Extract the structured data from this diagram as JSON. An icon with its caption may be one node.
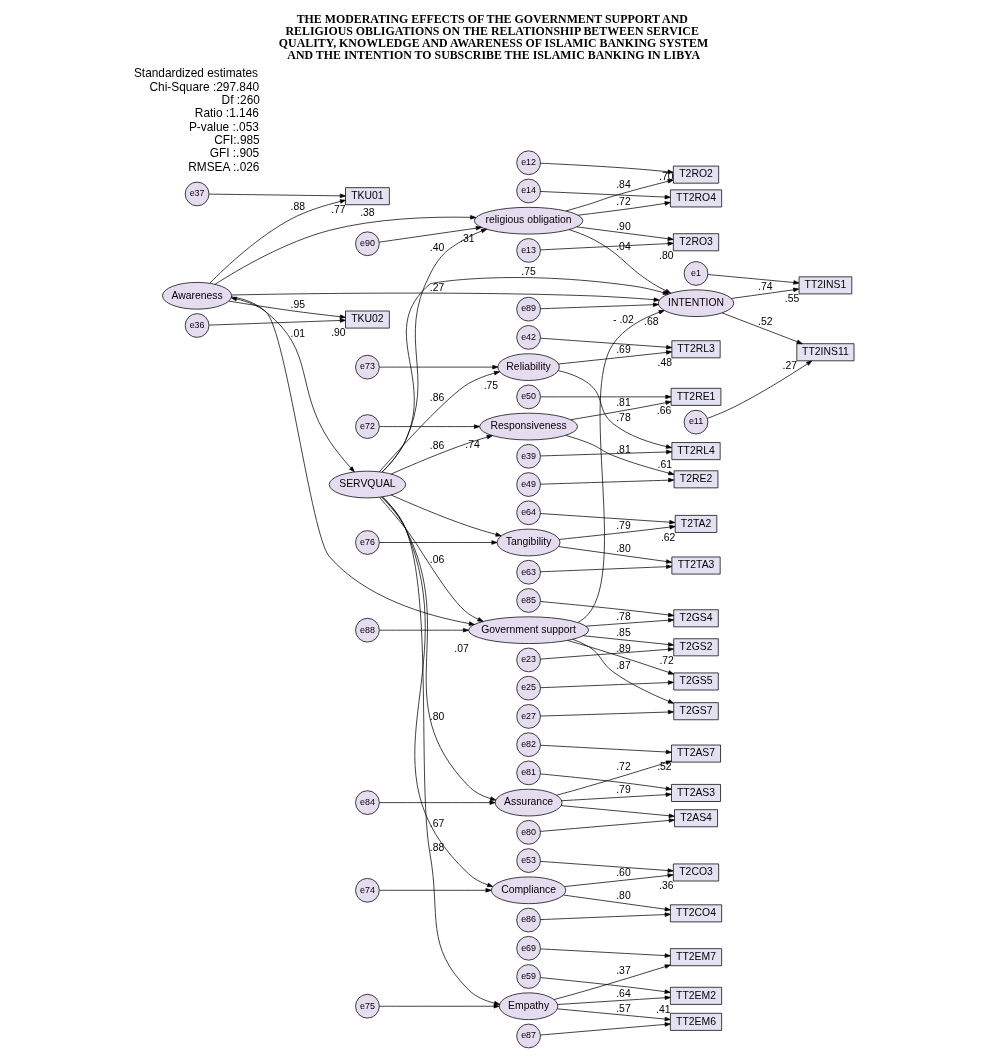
{
  "diagram": {
    "title": "THE MODERATING EFFECTS OF THE GOVERNMENT SUPPORT AND RELIGIOUS OBLIGATIONS ON THE RELATIONSHIP BETWEEN SERVICE QUALITY, KNOWLEDGE AND AWARENESS OF ISLAMIC BANKING SYSTEM AND THE INTENTION TO SUBSCRIBE THE ISLAMIC BANKING IN LIBYA",
    "nodes": [
      {
        "text": [
          "e37"
        ]
      },
      {
        "text": [
          "TKU01"
        ],
        "beside": [
          ".77"
        ]
      },
      {
        "text": [
          "Awareness"
        ]
      },
      {
        "text": [
          "e90"
        ]
      },
      {
        "text": [
          "religious obligation"
        ],
        "beside": [
          ".31"
        ]
      },
      {
        "text": [
          "T2RO2"
        ],
        "beside": [
          ".70"
        ]
      },
      {
        "text": [
          "e12"
        ]
      },
      {
        "text": [
          "e36"
        ]
      },
      {
        "text": [
          "TKU02"
        ],
        "beside": [
          ".90"
        ]
      },
      {
        "text": [
          "T2RO3"
        ],
        "beside": [
          ".80"
        ]
      },
      {
        "text": [
          "e13"
        ]
      },
      {
        "text": [
          "e72"
        ]
      },
      {
        "text": [
          "TT2RO4"
        ]
      },
      {
        "text": [
          "e14"
        ]
      },
      {
        "text": [
          "e50"
        ]
      },
      {
        "text": [
          "TT2RE1"
        ],
        "beside": [
          ".66"
        ]
      },
      {
        "text": [
          "Responsiveness"
        ],
        "beside": [
          ".74"
        ]
      },
      {
        "text": [
          "e49"
        ]
      },
      {
        "text": [
          "T2RE2"
        ]
      },
      {
        "text": [
          "e73"
        ]
      },
      {
        "text": [
          "e89"
        ]
      },
      {
        "text": [
          "e42"
        ]
      },
      {
        "text": [
          "TT2RL3"
        ],
        "beside": [
          ".48"
        ]
      },
      {
        "text": [
          "Reliability"
        ],
        "beside": [
          ".75"
        ]
      },
      {
        "text": [
          "SERVQUAL"
        ]
      },
      {
        "text": [
          "INTENTION"
        ],
        "beside": [
          ".68"
        ]
      },
      {
        "text": [
          "TT2INS1"
        ],
        "beside": [
          ".55"
        ]
      },
      {
        "text": [
          "e1"
        ]
      },
      {
        "text": [
          "e39"
        ]
      },
      {
        "text": [
          "TT2RL4"
        ],
        "beside": [
          ".61"
        ]
      },
      {
        "text": [
          "TT2INS11"
        ],
        "beside": [
          ".27"
        ]
      },
      {
        "text": [
          "e11"
        ]
      },
      {
        "text": [
          "e74"
        ]
      },
      {
        "text": [
          "e88"
        ]
      },
      {
        "text": [
          "e53"
        ]
      },
      {
        "text": [
          "T2CO3"
        ],
        "beside": [
          ".36"
        ]
      },
      {
        "text": [
          "T2GS2"
        ],
        "beside": [
          ".72"
        ]
      },
      {
        "text": [
          "e23"
        ]
      },
      {
        "text": [
          "e86"
        ]
      },
      {
        "text": [
          "TT2CO4"
        ]
      },
      {
        "text": [
          "Compliance"
        ]
      },
      {
        "text": [
          "T2GS4"
        ]
      },
      {
        "text": [
          "e85"
        ]
      },
      {
        "text": [
          "Government support"
        ],
        "beside": [
          ".07"
        ]
      },
      {
        "text": [
          "T2GS5"
        ]
      },
      {
        "text": [
          "e25"
        ]
      },
      {
        "text": [
          "e59"
        ]
      },
      {
        "text": [
          "TT2EM2"
        ],
        "beside": [
          ".41"
        ]
      },
      {
        "text": [
          "e75"
        ]
      },
      {
        "text": [
          "T2GS7"
        ]
      },
      {
        "text": [
          "e27"
        ]
      },
      {
        "text": [
          "e69"
        ]
      },
      {
        "text": [
          "TT2EM7"
        ]
      },
      {
        "text": [
          "Empathy"
        ]
      },
      {
        "text": [
          "e87"
        ]
      },
      {
        "text": [
          "TT2EM6"
        ]
      },
      {
        "text": [
          "e76"
        ]
      },
      {
        "text": [
          "e64"
        ]
      },
      {
        "text": [
          "T2TA2"
        ],
        "beside": [
          ".62"
        ]
      },
      {
        "text": [
          "Tangibility"
        ]
      },
      {
        "text": [
          "e63"
        ]
      },
      {
        "text": [
          "TT2TA3"
        ]
      },
      {
        "text": [
          "e84"
        ]
      },
      {
        "text": [
          "e82"
        ]
      },
      {
        "text": [
          "TT2AS7"
        ],
        "beside": [
          ".52"
        ]
      },
      {
        "text": [
          "Assurance"
        ]
      },
      {
        "text": [
          "e81"
        ]
      },
      {
        "text": [
          "TT2AS3"
        ]
      },
      {
        "text": [
          "e80"
        ]
      },
      {
        "text": [
          "T2AS4"
        ]
      }
    ],
    "edges": [
      {
        "from": 0,
        "to": 1,
        "arrow": "to"
      },
      {
        "from": 7,
        "to": 8,
        "arrow": "to"
      },
      {
        "from": 2,
        "to": 1,
        "arrow": "to",
        "label": ".88"
      },
      {
        "from": 2,
        "to": 8,
        "arrow": "to",
        "label": ".95"
      },
      {
        "from": 2,
        "to": 4,
        "arrow": "to",
        "label": ".38"
      },
      {
        "from": 2,
        "to": 24,
        "arrow": "both",
        "label": ".01"
      },
      {
        "from": 2,
        "to": 25,
        "arrow": "to",
        "label": ".27"
      },
      {
        "from": 2,
        "to": 43,
        "arrow": "to"
      },
      {
        "from": 3,
        "to": 4,
        "arrow": "to"
      },
      {
        "from": 4,
        "to": 5,
        "arrow": "to",
        "label": ".84"
      },
      {
        "from": 4,
        "to": 9,
        "arrow": "to",
        "label": ".90"
      },
      {
        "from": 4,
        "to": 12,
        "arrow": "to",
        "label": ".72"
      },
      {
        "from": 6,
        "to": 5,
        "arrow": "to"
      },
      {
        "from": 10,
        "to": 9,
        "arrow": "to"
      },
      {
        "from": 13,
        "to": 12,
        "arrow": "to"
      },
      {
        "from": 4,
        "to": 25,
        "arrow": "to",
        "label": ".04"
      },
      {
        "from": 11,
        "to": 16,
        "arrow": "to"
      },
      {
        "from": 14,
        "to": 15,
        "arrow": "to"
      },
      {
        "from": 17,
        "to": 18,
        "arrow": "to"
      },
      {
        "from": 16,
        "to": 15,
        "arrow": "to",
        "label": ".81"
      },
      {
        "from": 16,
        "to": 18,
        "arrow": "to",
        "label": ".81"
      },
      {
        "from": 24,
        "to": 16,
        "arrow": "to",
        "label": ".86"
      },
      {
        "from": 19,
        "to": 23,
        "arrow": "to"
      },
      {
        "from": 20,
        "to": 25,
        "arrow": "to"
      },
      {
        "from": 21,
        "to": 22,
        "arrow": "to"
      },
      {
        "from": 28,
        "to": 29,
        "arrow": "to"
      },
      {
        "from": 23,
        "to": 22,
        "arrow": "to",
        "label": ".69"
      },
      {
        "from": 23,
        "to": 29,
        "arrow": "to",
        "label": ".78"
      },
      {
        "from": 24,
        "to": 23,
        "arrow": "to",
        "label": ".86"
      },
      {
        "from": 24,
        "to": 4,
        "arrow": "to",
        "label": ".40"
      },
      {
        "from": 24,
        "to": 25,
        "arrow": "to",
        "label": ".75"
      },
      {
        "from": 25,
        "to": 26,
        "arrow": "to",
        "label": ".74"
      },
      {
        "from": 25,
        "to": 30,
        "arrow": "to",
        "label": ".52"
      },
      {
        "from": 27,
        "to": 26,
        "arrow": "to"
      },
      {
        "from": 31,
        "to": 30,
        "arrow": "to"
      },
      {
        "from": 32,
        "to": 40,
        "arrow": "to"
      },
      {
        "from": 33,
        "to": 43,
        "arrow": "to"
      },
      {
        "from": 34,
        "to": 35,
        "arrow": "to"
      },
      {
        "from": 38,
        "to": 39,
        "arrow": "to"
      },
      {
        "from": 40,
        "to": 35,
        "arrow": "to",
        "label": ".60"
      },
      {
        "from": 40,
        "to": 39,
        "arrow": "to",
        "label": ".80"
      },
      {
        "from": 24,
        "to": 40,
        "arrow": "to",
        "label": ".67"
      },
      {
        "from": 24,
        "to": 43,
        "arrow": "to",
        "label": ".06"
      },
      {
        "from": 43,
        "to": 25,
        "arrow": "to",
        "label": "- .02"
      },
      {
        "from": 43,
        "to": 36,
        "arrow": "to",
        "label": ".85"
      },
      {
        "from": 43,
        "to": 41,
        "arrow": "to",
        "label": ".78"
      },
      {
        "from": 43,
        "to": 44,
        "arrow": "to",
        "label": ".89"
      },
      {
        "from": 43,
        "to": 49,
        "arrow": "to",
        "label": ".87"
      },
      {
        "from": 37,
        "to": 36,
        "arrow": "to"
      },
      {
        "from": 42,
        "to": 41,
        "arrow": "to"
      },
      {
        "from": 45,
        "to": 44,
        "arrow": "to"
      },
      {
        "from": 50,
        "to": 49,
        "arrow": "to"
      },
      {
        "from": 46,
        "to": 47,
        "arrow": "to"
      },
      {
        "from": 51,
        "to": 52,
        "arrow": "to"
      },
      {
        "from": 54,
        "to": 55,
        "arrow": "to"
      },
      {
        "from": 48,
        "to": 53,
        "arrow": "to"
      },
      {
        "from": 53,
        "to": 47,
        "arrow": "to",
        "label": ".64"
      },
      {
        "from": 53,
        "to": 52,
        "arrow": "to",
        "label": ".37"
      },
      {
        "from": 53,
        "to": 55,
        "arrow": "to",
        "label": ".57"
      },
      {
        "from": 24,
        "to": 53,
        "arrow": "to",
        "label": ".88"
      },
      {
        "from": 56,
        "to": 59,
        "arrow": "to"
      },
      {
        "from": 57,
        "to": 58,
        "arrow": "to"
      },
      {
        "from": 60,
        "to": 61,
        "arrow": "to"
      },
      {
        "from": 59,
        "to": 58,
        "arrow": "to",
        "label": ".79"
      },
      {
        "from": 59,
        "to": 61,
        "arrow": "to",
        "label": ".80"
      },
      {
        "from": 24,
        "to": 59,
        "arrow": "to"
      },
      {
        "from": 62,
        "to": 65,
        "arrow": "to"
      },
      {
        "from": 63,
        "to": 64,
        "arrow": "to"
      },
      {
        "from": 66,
        "to": 67,
        "arrow": "to"
      },
      {
        "from": 68,
        "to": 69,
        "arrow": "to"
      },
      {
        "from": 65,
        "to": 64,
        "arrow": "to",
        "label": ".72"
      },
      {
        "from": 65,
        "to": 67,
        "arrow": "to",
        "label": ".79"
      },
      {
        "from": 65,
        "to": 69,
        "arrow": "to"
      },
      {
        "from": 24,
        "to": 65,
        "arrow": "to",
        "label": ".80"
      }
    ],
    "labels": [
      "Standardized estimates",
      "Chi-Square :297.840",
      "Df :260",
      "Ratio :1.146",
      "P-value :.053",
      "CFI:.985",
      "GFI :.905",
      "RMSEA :.026"
    ]
  }
}
